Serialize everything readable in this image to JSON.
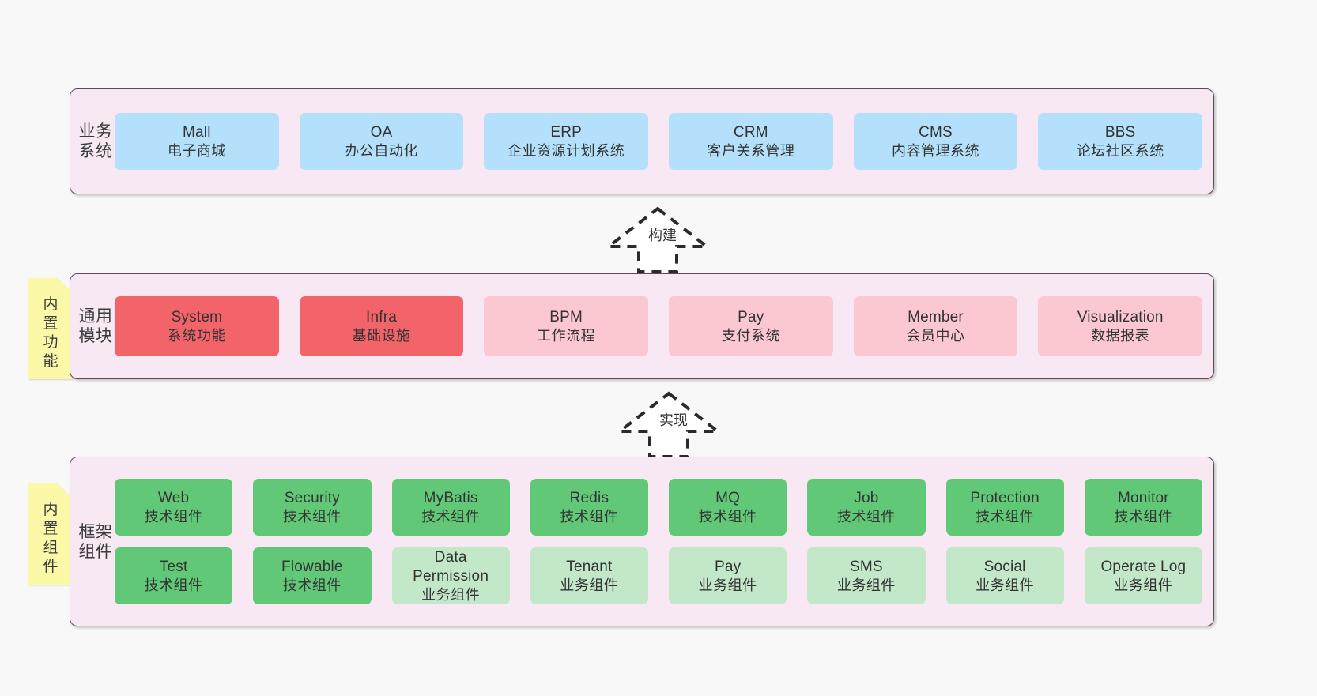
{
  "diagram": {
    "background_color": "#f8f8f8",
    "panel_fill": "#f7e8f3",
    "panel_border": "#5c4a57",
    "note_fill": "#fbf8a8"
  },
  "layers": [
    {
      "id": "business-system",
      "title": "业务系统",
      "note": null,
      "rows": [
        {
          "cards": [
            {
              "en": "Mall",
              "cn": "电子商城",
              "color": "#b5e0fb",
              "style": "blue"
            },
            {
              "en": "OA",
              "cn": "办公自动化",
              "color": "#b5e0fb",
              "style": "blue"
            },
            {
              "en": "ERP",
              "cn": "企业资源计划系统",
              "color": "#b5e0fb",
              "style": "blue"
            },
            {
              "en": "CRM",
              "cn": "客户关系管理",
              "color": "#b5e0fb",
              "style": "blue"
            },
            {
              "en": "CMS",
              "cn": "内容管理系统",
              "color": "#b5e0fb",
              "style": "blue"
            },
            {
              "en": "BBS",
              "cn": "论坛社区系统",
              "color": "#b5e0fb",
              "style": "blue"
            }
          ]
        }
      ]
    },
    {
      "id": "common-module",
      "title": "通用模块",
      "note": "内置功能",
      "rows": [
        {
          "cards": [
            {
              "en": "System",
              "cn": "系统功能",
              "color": "#f2636a",
              "style": "red"
            },
            {
              "en": "Infra",
              "cn": "基础设施",
              "color": "#f2636a",
              "style": "red"
            },
            {
              "en": "BPM",
              "cn": "工作流程",
              "color": "#fbc8d2",
              "style": "pink"
            },
            {
              "en": "Pay",
              "cn": "支付系统",
              "color": "#fbc8d2",
              "style": "pink"
            },
            {
              "en": "Member",
              "cn": "会员中心",
              "color": "#fbc8d2",
              "style": "pink"
            },
            {
              "en": "Visualization",
              "cn": "数据报表",
              "color": "#fbc8d2",
              "style": "pink"
            }
          ]
        }
      ]
    },
    {
      "id": "framework-component",
      "title": "框架组件",
      "note": "内置组件",
      "rows": [
        {
          "cards": [
            {
              "en": "Web",
              "cn": "技术组件",
              "color": "#61c878",
              "style": "green"
            },
            {
              "en": "Security",
              "cn": "技术组件",
              "color": "#61c878",
              "style": "green"
            },
            {
              "en": "MyBatis",
              "cn": "技术组件",
              "color": "#61c878",
              "style": "green"
            },
            {
              "en": "Redis",
              "cn": "技术组件",
              "color": "#61c878",
              "style": "green"
            },
            {
              "en": "MQ",
              "cn": "技术组件",
              "color": "#61c878",
              "style": "green"
            },
            {
              "en": "Job",
              "cn": "技术组件",
              "color": "#61c878",
              "style": "green"
            },
            {
              "en": "Protection",
              "cn": "技术组件",
              "color": "#61c878",
              "style": "green"
            },
            {
              "en": "Monitor",
              "cn": "技术组件",
              "color": "#61c878",
              "style": "green"
            }
          ]
        },
        {
          "cards": [
            {
              "en": "Test",
              "cn": "技术组件",
              "color": "#61c878",
              "style": "green"
            },
            {
              "en": "Flowable",
              "cn": "技术组件",
              "color": "#61c878",
              "style": "green"
            },
            {
              "en": "Data Permission",
              "cn": "业务组件",
              "color": "#c3e8c9",
              "style": "lgreen"
            },
            {
              "en": "Tenant",
              "cn": "业务组件",
              "color": "#c3e8c9",
              "style": "lgreen"
            },
            {
              "en": "Pay",
              "cn": "业务组件",
              "color": "#c3e8c9",
              "style": "lgreen"
            },
            {
              "en": "SMS",
              "cn": "业务组件",
              "color": "#c3e8c9",
              "style": "lgreen"
            },
            {
              "en": "Social",
              "cn": "业务组件",
              "color": "#c3e8c9",
              "style": "lgreen"
            },
            {
              "en": "Operate Log",
              "cn": "业务组件",
              "color": "#c3e8c9",
              "style": "lgreen"
            }
          ]
        }
      ]
    }
  ],
  "connectors": [
    {
      "id": "build",
      "label": "构建",
      "direction": "up"
    },
    {
      "id": "implement",
      "label": "实现",
      "direction": "up"
    }
  ]
}
